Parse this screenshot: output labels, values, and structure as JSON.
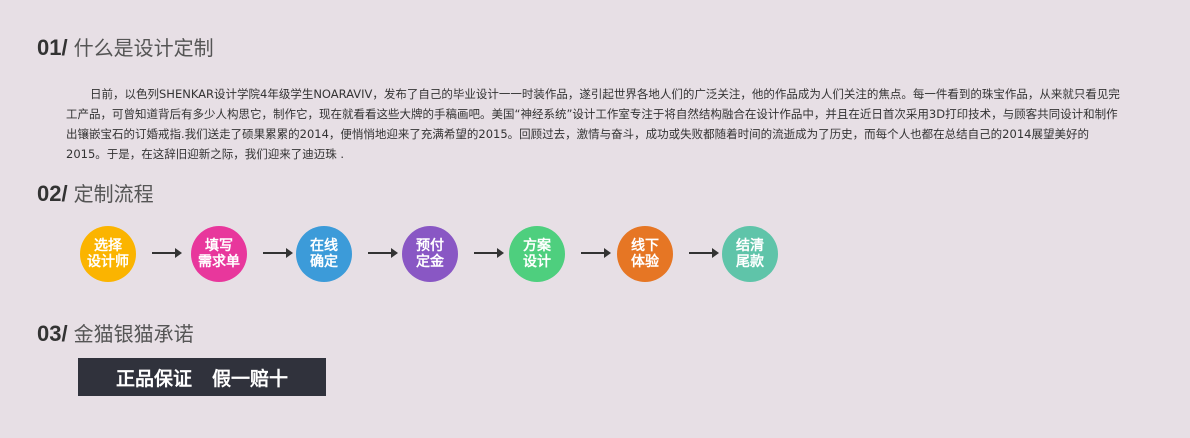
{
  "sections": [
    {
      "num": "01/",
      "title": "什么是设计定制"
    },
    {
      "num": "02/",
      "title": "定制流程"
    },
    {
      "num": "03/",
      "title": "金猫银猫承诺"
    }
  ],
  "intro": "日前，以色列SHENKAR设计学院4年级学生NOARAVIV，发布了自己的毕业设计一一时装作品，遂引起世界各地人们的广泛关注，他的作品成为人们关注的焦点。每一件看到的珠宝作品，从来就只看见完工产品，可曾知道背后有多少人构思它，制作它，现在就看看这些大牌的手稿画吧。美国“神经系统”设计工作室专注于将自然结构融合在设计作品中，并且在近日首次采用3D打印技术，与顾客共同设计和制作出镶嵌宝石的订婚戒指.我们送走了硕果累累的2014，便悄悄地迎来了充满希望的2015。回顾过去，激情与奋斗，成功或失败都随着时间的流逝成为了历史，而每个人也都在总结自己的2014展望美好的2015。于是，在这辞旧迎新之际，我们迎来了迪迈珠 .",
  "steps": [
    {
      "label": "选择\n设计师",
      "color": "#fbb400"
    },
    {
      "label": "填写\n需求单",
      "color": "#e8379c"
    },
    {
      "label": "在线\n确定",
      "color": "#3c9bd9"
    },
    {
      "label": "预付\n定金",
      "color": "#8957c4"
    },
    {
      "label": "方案\n设计",
      "color": "#4ecf7e"
    },
    {
      "label": "线下\n体验",
      "color": "#e67624"
    },
    {
      "label": "结清\n尾款",
      "color": "#5fc4a9"
    }
  ],
  "promise": {
    "a": "正品保证",
    "b": "假一赔十"
  }
}
